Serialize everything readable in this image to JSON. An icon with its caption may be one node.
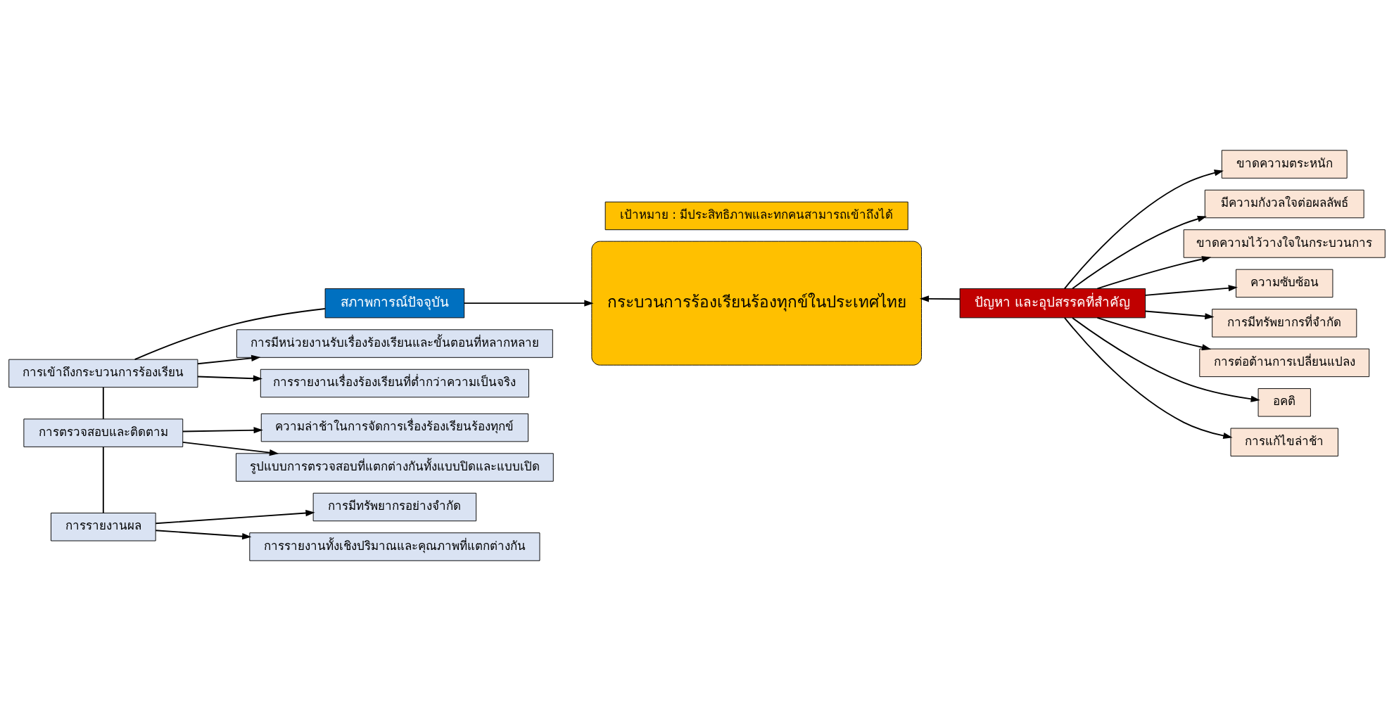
{
  "diagram": {
    "nodes": [
      {
        "text": [
          "สภาพการณ์ปัจจุบัน"
        ]
      },
      {
        "text": [
          "การเข้าถึงกระบวนการร้องเรียน"
        ]
      },
      {
        "text": [
          "การมีหน่วยงานรับเรื่องร้องเรียนและขั้นตอนที่หลากหลาย"
        ]
      },
      {
        "text": [
          "การรายงานเรื่องร้องเรียนที่ต่ำกว่าความเป็นจริง"
        ]
      },
      {
        "text": [
          "การตรวจสอบและติดตาม"
        ]
      },
      {
        "text": [
          "ความล่าช้าในการจัดการเรื่องร้องเรียนร้องทุกข์"
        ]
      },
      {
        "text": [
          "รูปแบบการตรวจสอบที่แตกต่างกันทั้งแบบปิดและแบบเปิด"
        ]
      },
      {
        "text": [
          "การรายงานผล"
        ]
      },
      {
        "text": [
          "การมีทรัพยากรอย่างจำกัด"
        ]
      },
      {
        "text": [
          "การรายงานทั้งเชิงปริมาณและคุณภาพที่แตกต่างกัน"
        ]
      },
      {
        "text": [
          "เป้าหมาย : มีประสิทธิภาพและทกคนสามารถเข้าถึงได้"
        ]
      },
      {
        "text": [
          "กระบวนการร้องเรียนร้องทุกข์ในประเทศไทย"
        ]
      },
      {
        "text": [
          "ปัญหา และอุปสรรคที่สำคัญ"
        ]
      },
      {
        "text": [
          "ขาดความตระหนัก"
        ]
      },
      {
        "text": [
          "มีความกังวลใจต่อผลลัพธ์"
        ]
      },
      {
        "text": [
          "ขาดความไว้วางใจในกระบวนการ"
        ]
      },
      {
        "text": [
          "ความซับซ้อน"
        ]
      },
      {
        "text": [
          "การมีทรัพยากรที่จำกัด"
        ]
      },
      {
        "text": [
          "การต่อต้านการเปลี่ยนแปลง"
        ]
      },
      {
        "text": [
          "อคติ"
        ]
      },
      {
        "text": [
          "การแก้ไขล่าช้า"
        ]
      }
    ],
    "edges": [
      {
        "from": 0,
        "to": 1,
        "arrow": "none"
      },
      {
        "from": 1,
        "to": 2,
        "arrow": "to"
      },
      {
        "from": 1,
        "to": 3,
        "arrow": "to"
      },
      {
        "from": 1,
        "to": 4,
        "arrow": "none"
      },
      {
        "from": 4,
        "to": 5,
        "arrow": "to"
      },
      {
        "from": 4,
        "to": 6,
        "arrow": "to"
      },
      {
        "from": 4,
        "to": 7,
        "arrow": "none"
      },
      {
        "from": 7,
        "to": 8,
        "arrow": "to"
      },
      {
        "from": 7,
        "to": 9,
        "arrow": "to"
      },
      {
        "from": 0,
        "to": 11,
        "arrow": "to"
      },
      {
        "from": 12,
        "to": 11,
        "arrow": "to"
      },
      {
        "from": 12,
        "to": 13,
        "arrow": "to"
      },
      {
        "from": 12,
        "to": 14,
        "arrow": "to"
      },
      {
        "from": 12,
        "to": 15,
        "arrow": "to"
      },
      {
        "from": 12,
        "to": 16,
        "arrow": "to"
      },
      {
        "from": 12,
        "to": 17,
        "arrow": "to"
      },
      {
        "from": 12,
        "to": 18,
        "arrow": "to"
      },
      {
        "from": 12,
        "to": 19,
        "arrow": "to"
      },
      {
        "from": 12,
        "to": 20,
        "arrow": "to"
      }
    ]
  }
}
